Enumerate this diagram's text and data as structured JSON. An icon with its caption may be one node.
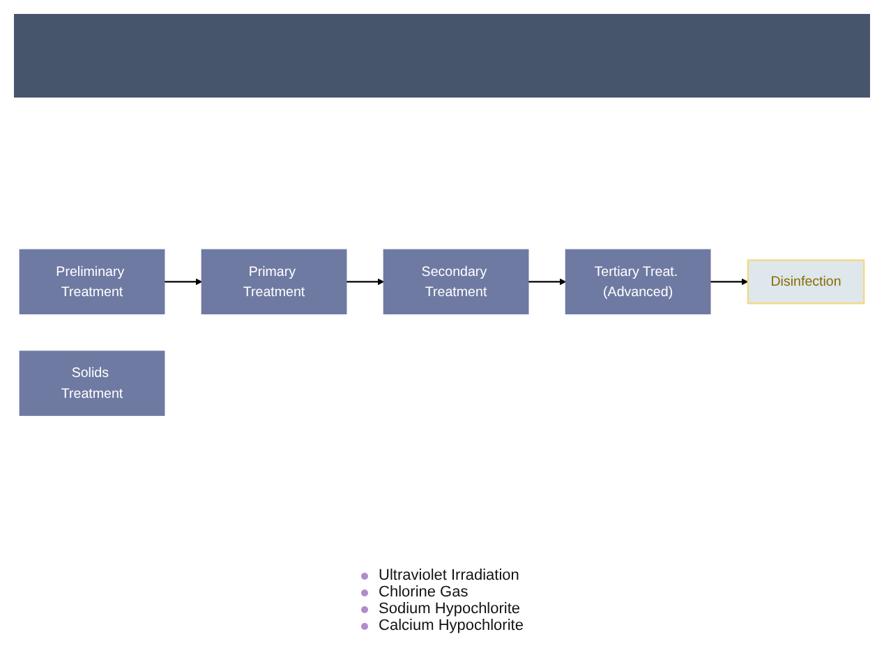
{
  "diagram": {
    "nodes": [
      {
        "text": [
          "Preliminary Treatment"
        ]
      },
      {
        "text": [
          "Primary Treatment"
        ]
      },
      {
        "text": [
          "Secondary Treatment"
        ]
      },
      {
        "text": [
          "Tertiary Treat. (Advanced)"
        ]
      },
      {
        "text": [
          "Disinfection"
        ],
        "beside": [
          "Ultraviolet Irradiation",
          "Chlorine Gas",
          "Sodium Hypochlorite",
          "Calcium Hypochlorite"
        ]
      },
      {
        "text": [
          "Solids Treatment"
        ]
      }
    ],
    "edges": [
      {
        "from": 0,
        "to": 1,
        "arrow": "to"
      },
      {
        "from": 1,
        "to": 2,
        "arrow": "to"
      },
      {
        "from": 2,
        "to": 3,
        "arrow": "to"
      },
      {
        "from": 3,
        "to": 4,
        "arrow": "to"
      }
    ]
  }
}
